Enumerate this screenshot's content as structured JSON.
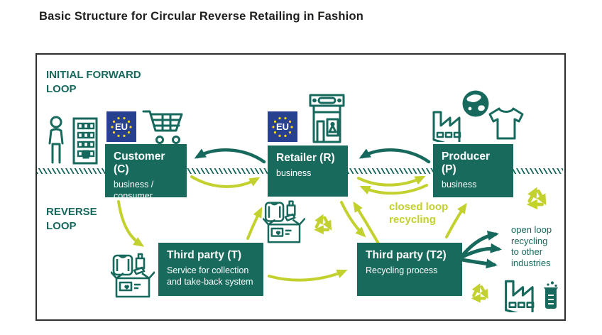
{
  "page": {
    "title": "Basic Structure for Circular Reverse Retailing in Fashion"
  },
  "labels": {
    "forward_loop": "INITIAL FORWARD\nLOOP",
    "reverse_loop": "REVERSE\nLOOP",
    "closed_loop": "closed loop\nrecycling",
    "open_loop": "open loop\nrecycling\nto other\nindustries"
  },
  "nodes": {
    "customer": {
      "title": "Customer (C)",
      "subtitle": "business /\nconsumer"
    },
    "retailer": {
      "title": "Retailer (R)",
      "subtitle": "business"
    },
    "producer": {
      "title": "Producer (P)",
      "subtitle": "business"
    },
    "third_party_t": {
      "title": "Third party (T)",
      "subtitle": "Service for collection\nand take-back system"
    },
    "third_party_t2": {
      "title": "Third party (T2)",
      "subtitle": "Recycling process"
    }
  },
  "icons": {
    "eu_label": "EU",
    "names": [
      "person-icon",
      "office-building-icon",
      "eu-flag-icon",
      "shopping-cart-icon",
      "storefront-icon",
      "factory-icon",
      "globe-icon",
      "tshirt-icon",
      "donation-box-icon",
      "recycling-icon",
      "beaker-icon"
    ]
  },
  "colors": {
    "teal": "#16695C",
    "yellow_green": "#C2D12E",
    "eu_blue": "#27408F",
    "eu_star": "#FFD617",
    "frame_border": "#2D2D2D",
    "title_text": "#1D1D1B"
  }
}
